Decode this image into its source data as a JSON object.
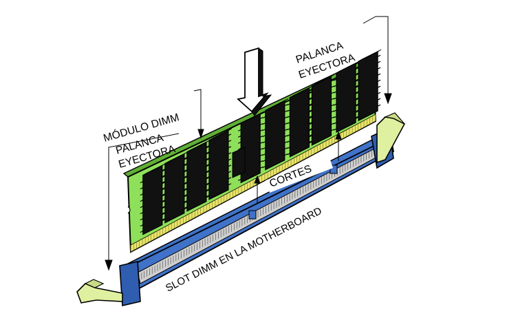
{
  "labels": {
    "modulo": "MÓDULO DIMM",
    "palanca_left_1": "PALANCA",
    "palanca_left_2": "EYECTORA",
    "palanca_right_1": "PALANCA",
    "palanca_right_2": "EYECTORA",
    "cortes": "CORTES",
    "slot": "SLOT DIMM EN LA MOTHERBOARD"
  },
  "colors": {
    "pcb": "#8ee05a",
    "pcb_dark": "#5fae36",
    "slot": "#3f72c8",
    "slot_dark": "#2a4f96",
    "lever": "#dff0a0",
    "chip": "#111111",
    "contacts": "#e8e36a"
  },
  "icons": {
    "insert_arrow": "down-arrow-icon"
  }
}
